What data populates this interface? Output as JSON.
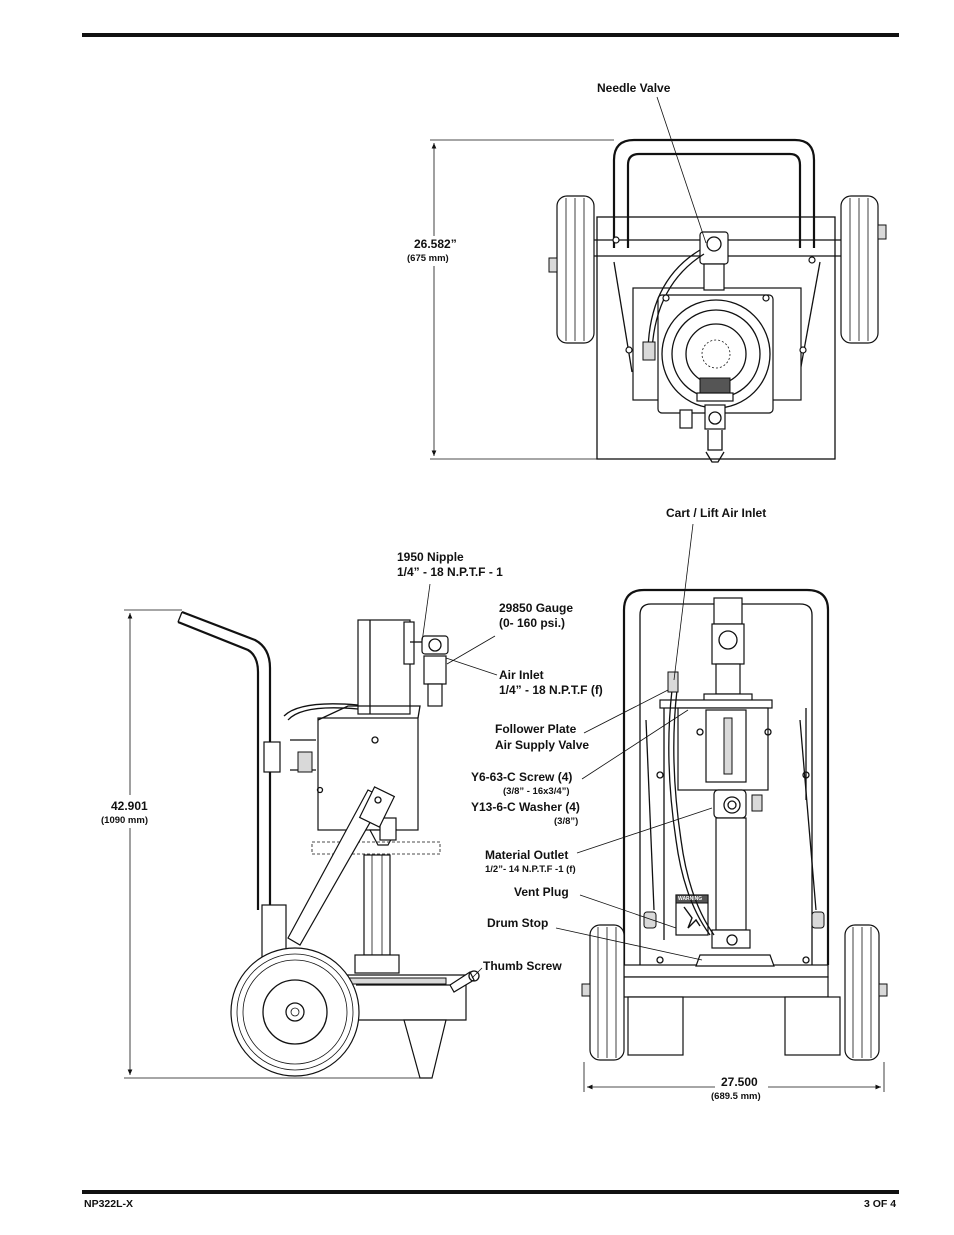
{
  "top_view": {
    "needle_valve": "Needle Valve",
    "height_dim": "26.582”",
    "height_dim_mm": "(675 mm)"
  },
  "side_view": {
    "nipple_line1": "1950 Nipple",
    "nipple_line2": "1/4” - 18 N.P.T.F - 1",
    "height_dim": "42.901",
    "height_dim_mm": "(1090 mm)"
  },
  "front_view": {
    "cart_lift": "Cart / Lift Air Inlet",
    "gauge_line1": "29850 Gauge",
    "gauge_line2": "(0- 160 psi.)",
    "air_inlet_line1": "Air Inlet",
    "air_inlet_line2": "1/4” - 18 N.P.T.F (f)",
    "follower_line1": "Follower Plate",
    "follower_line2": "Air Supply Valve",
    "screw": "Y6-63-C Screw (4)",
    "screw_size": "(3/8” - 16x3/4”)",
    "washer": "Y13-6-C Washer (4)",
    "washer_size": "(3/8”)",
    "material_outlet": "Material Outlet",
    "material_outlet_size": "1/2”- 14 N.P.T.F -1 (f)",
    "vent_plug": "Vent Plug",
    "drum_stop": "Drum Stop",
    "thumb_screw": "Thumb Screw",
    "width_dim": "27.500",
    "width_dim_mm": "(689.5 mm)",
    "warning_label": "WARNING"
  },
  "footer": {
    "model": "NP322L-X",
    "page": "3 OF 4"
  }
}
